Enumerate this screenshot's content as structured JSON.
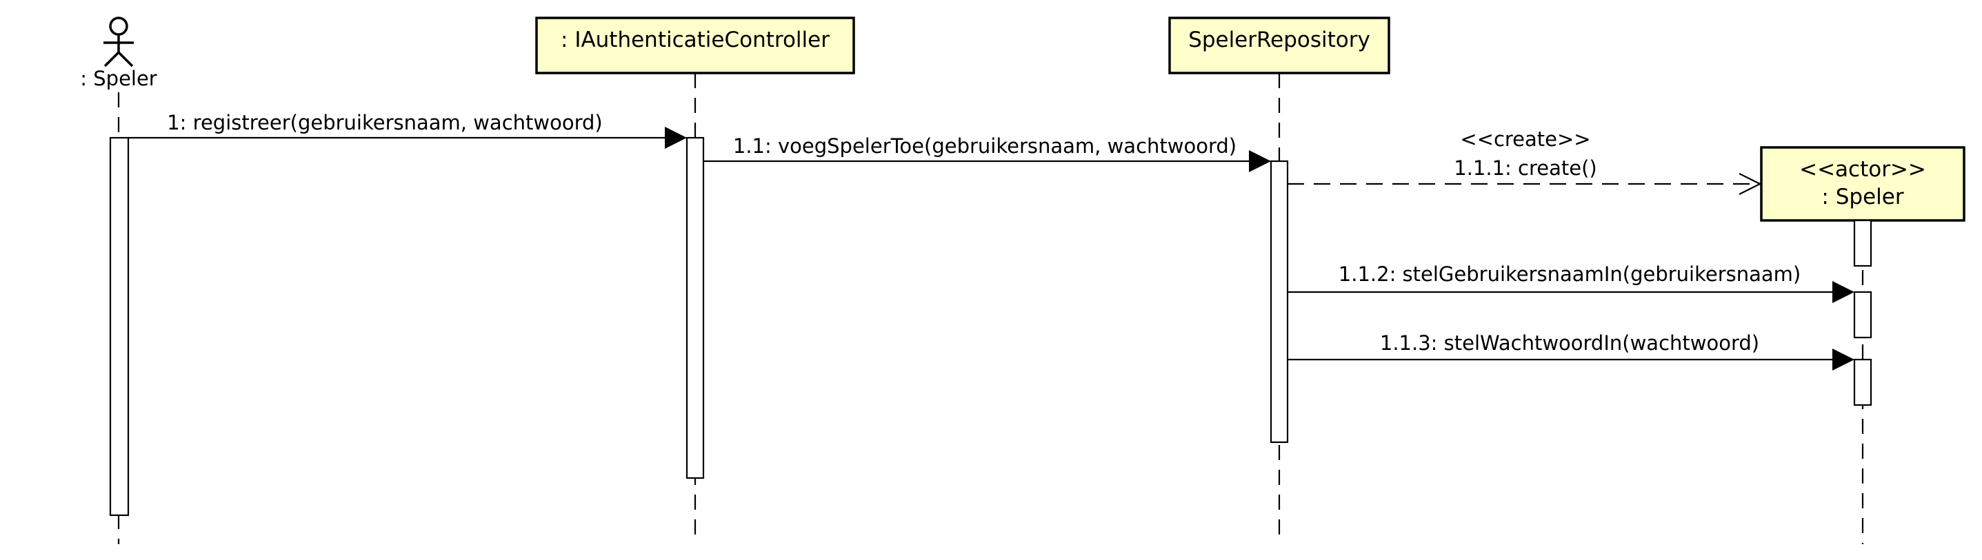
{
  "participants": {
    "speler_actor": {
      "label": ": Speler"
    },
    "controller": {
      "label": ": IAuthenticatieController"
    },
    "repository": {
      "label": "SpelerRepository"
    },
    "speler_created": {
      "stereotype": "<<actor>>",
      "label": ": Speler"
    }
  },
  "messages": {
    "m1": {
      "label": "1: registreer(gebruikersnaam, wachtwoord)"
    },
    "m1_1": {
      "label": "1.1: voegSpelerToe(gebruikersnaam, wachtwoord)"
    },
    "m1_1_1": {
      "stereotype": "<<create>>",
      "label": "1.1.1: create()"
    },
    "m1_1_2": {
      "label": "1.1.2: stelGebruikersnaamIn(gebruikersnaam)"
    },
    "m1_1_3": {
      "label": "1.1.3: stelWachtwoordIn(wachtwoord)"
    }
  },
  "colors": {
    "participant_fill": "#FFFFCC",
    "stroke": "#000000",
    "background": "#FFFFFF"
  }
}
